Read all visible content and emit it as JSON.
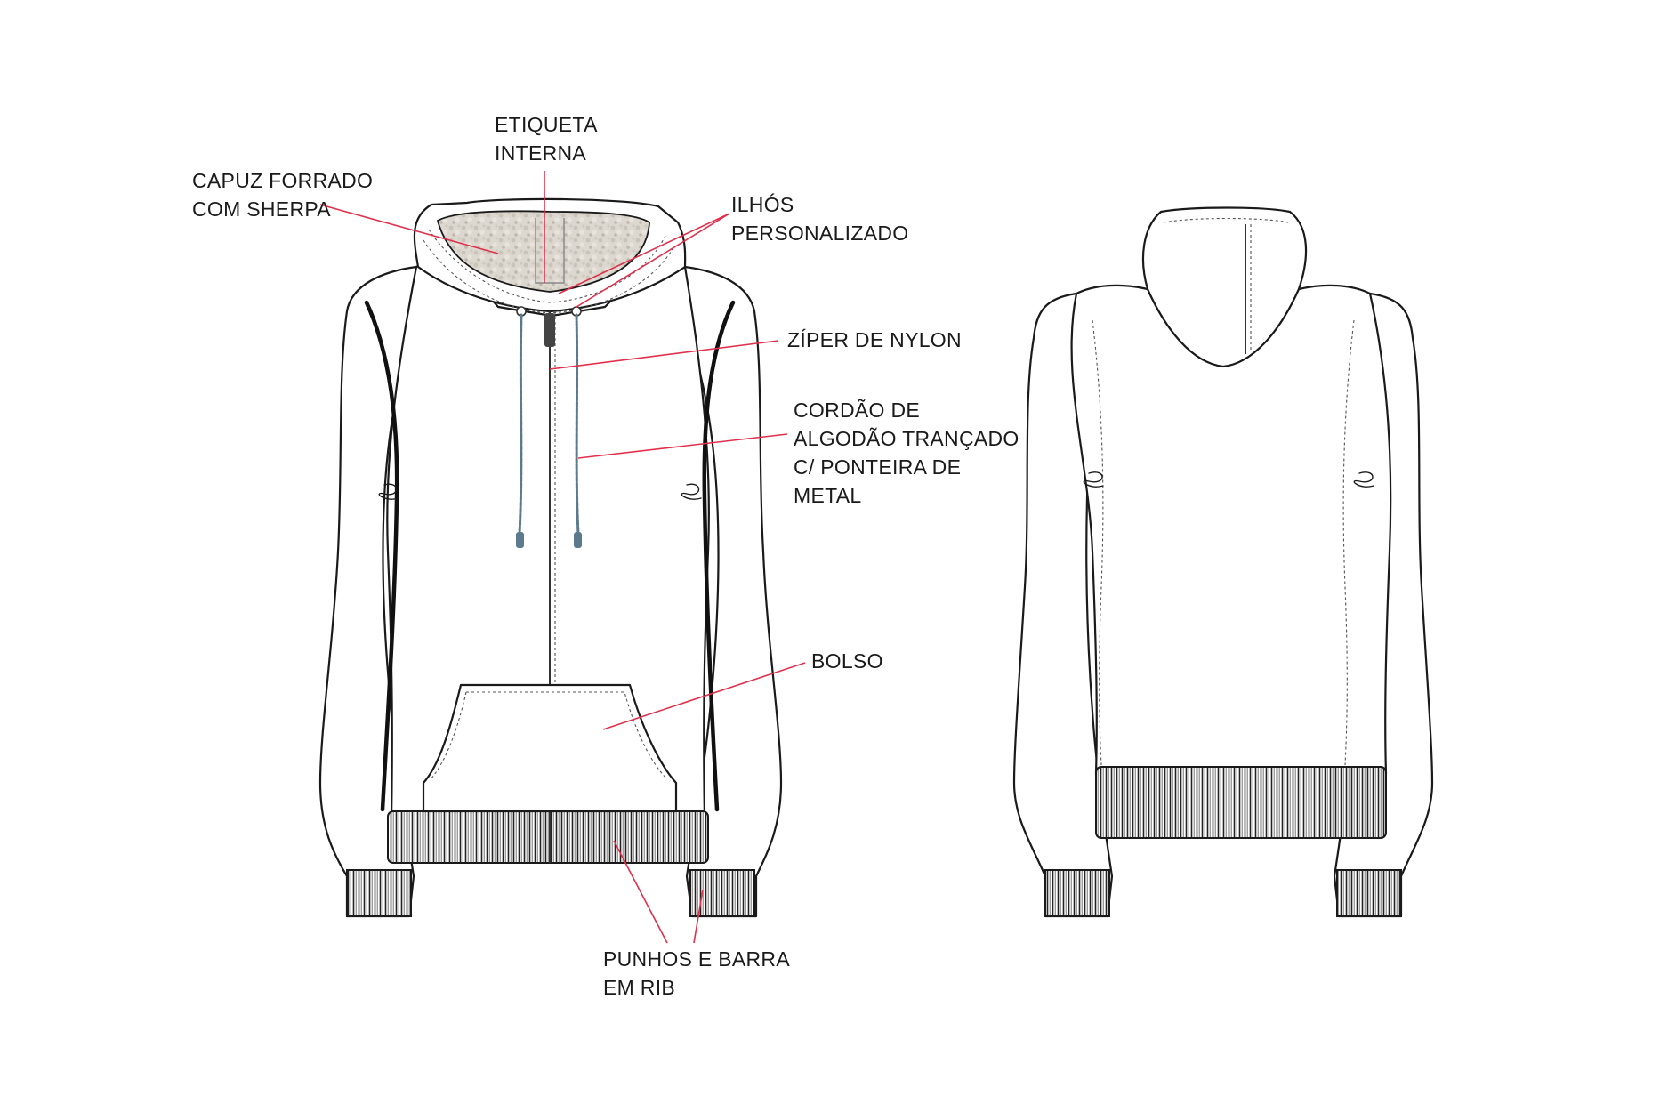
{
  "labels": {
    "etiqueta": {
      "line1": "ETIQUETA",
      "line2": "INTERNA"
    },
    "capuz": {
      "line1": "CAPUZ FORRADO",
      "line2": "COM SHERPA"
    },
    "ilhos": {
      "line1": "ILHÓS",
      "line2": "PERSONALIZADO"
    },
    "ziper": {
      "line1": "ZÍPER DE NYLON"
    },
    "cordao": {
      "line1": "CORDÃO DE",
      "line2": "ALGODÃO TRANÇADO",
      "line3": "C/ PONTEIRA DE",
      "line4": "METAL"
    },
    "bolso": {
      "line1": "BOLSO"
    },
    "punhos": {
      "line1": "PUNHOS E BARRA",
      "line2": "EM RIB"
    }
  },
  "colors": {
    "leader_line": "#e0304c",
    "drawstring": "#5b7b8c",
    "sherpa": "#d9d4cc",
    "outline": "#1a1a1a"
  }
}
